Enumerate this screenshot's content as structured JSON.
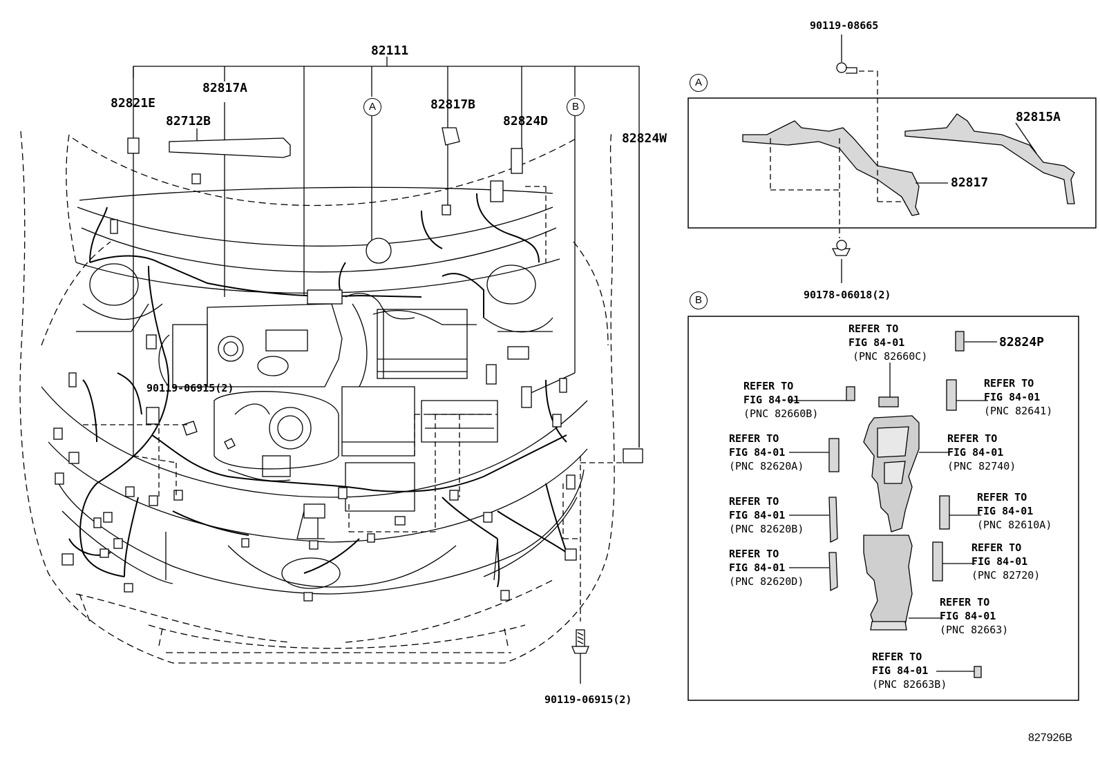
{
  "labels": {
    "main_harness": "82111",
    "p82821E": "82821E",
    "p82817A": "82817A",
    "p82712B": "82712B",
    "p82817B": "82817B",
    "p82824D": "82824D",
    "p82824W": "82824W",
    "bolt_top": "90119-08665",
    "bolt_mid": "90119-06915(2)",
    "bolt_bottom": "90119-06915(2)",
    "clip_a": "90178-06018(2)",
    "p82815A": "82815A",
    "p82817": "82817",
    "p82824P": "82824P",
    "callout_a": "A",
    "callout_b": "B",
    "figure_number": "827926B"
  },
  "refs": [
    {
      "l1": "REFER TO",
      "l2": "FIG 84-01",
      "pnc": "(PNC 82660C)"
    },
    {
      "l1": "REFER TO",
      "l2": "FIG 84-01",
      "pnc": "(PNC 82660B)"
    },
    {
      "l1": "REFER TO",
      "l2": "FIG 84-01",
      "pnc": "(PNC 82641)"
    },
    {
      "l1": "REFER TO",
      "l2": "FIG 84-01",
      "pnc": "(PNC 82620A)"
    },
    {
      "l1": "REFER TO",
      "l2": "FIG 84-01",
      "pnc": "(PNC 82740)"
    },
    {
      "l1": "REFER TO",
      "l2": "FIG 84-01",
      "pnc": "(PNC 82610A)"
    },
    {
      "l1": "REFER TO",
      "l2": "FIG 84-01",
      "pnc": "(PNC 82620B)"
    },
    {
      "l1": "REFER TO",
      "l2": "FIG 84-01",
      "pnc": "(PNC 82720)"
    },
    {
      "l1": "REFER TO",
      "l2": "FIG 84-01",
      "pnc": "(PNC 82620D)"
    },
    {
      "l1": "REFER TO",
      "l2": "FIG 84-01",
      "pnc": "(PNC 82663)"
    },
    {
      "l1": "REFER TO",
      "l2": "FIG 84-01",
      "pnc": "(PNC 82663B)"
    }
  ]
}
